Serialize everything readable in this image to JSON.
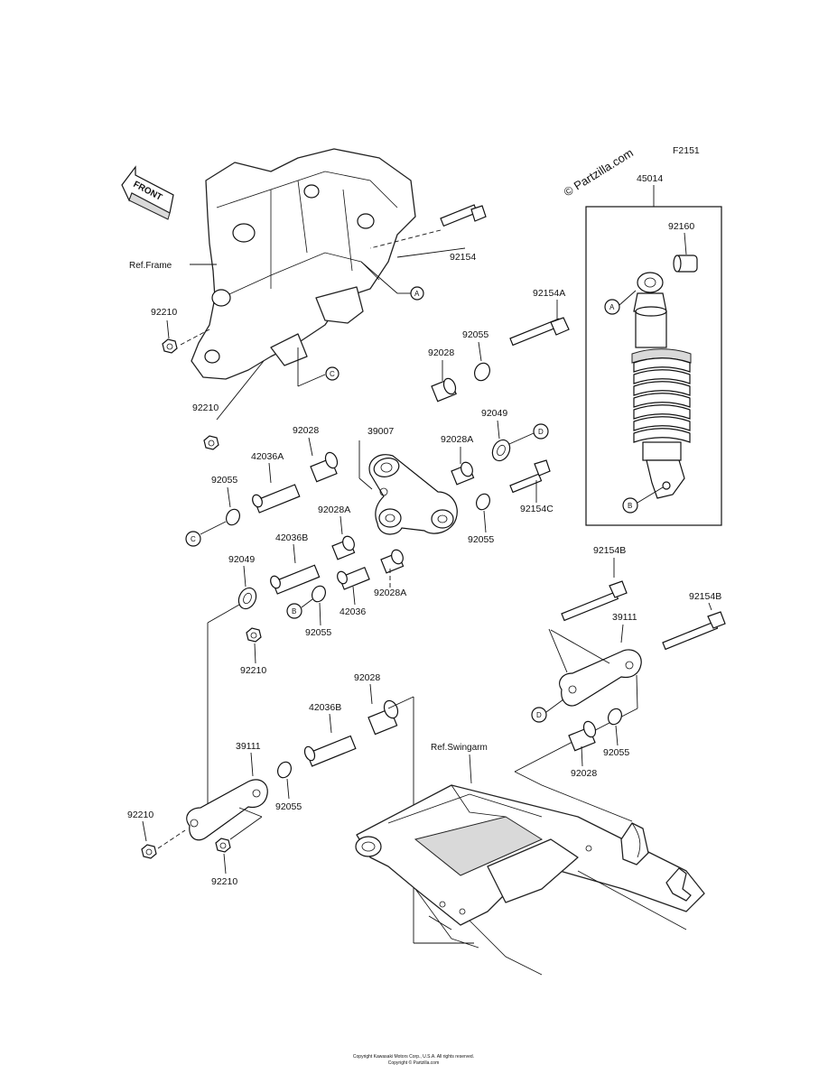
{
  "header": {
    "watermark": "© Partzilla.com",
    "figure_code": "F2151",
    "front_label": "FRONT"
  },
  "refs": {
    "frame": "Ref.Frame",
    "swingarm": "Ref.Swingarm"
  },
  "shock_box": {
    "label": "45014",
    "bushing": "92160"
  },
  "callouts": {
    "a": "A",
    "b": "B",
    "c": "C",
    "d": "D"
  },
  "parts": {
    "bolt_92154": "92154",
    "bolt_92154a": "92154A",
    "bolt_92154b": "92154B",
    "bolt_92154c": "92154C",
    "nut_92210": "92210",
    "collar_92028": "92028",
    "collar_92028a": "92028A",
    "oring_92055": "92055",
    "washer_92049": "92049",
    "sleeve_42036": "42036",
    "sleeve_42036a": "42036A",
    "sleeve_42036b": "42036B",
    "rocker_39007": "39007",
    "rod_39111": "39111"
  },
  "footer": {
    "line1": "Copyright Kawasaki Motors Corp., U.S.A. All rights reserved.",
    "line2": "Copyright © Partzilla.com"
  }
}
